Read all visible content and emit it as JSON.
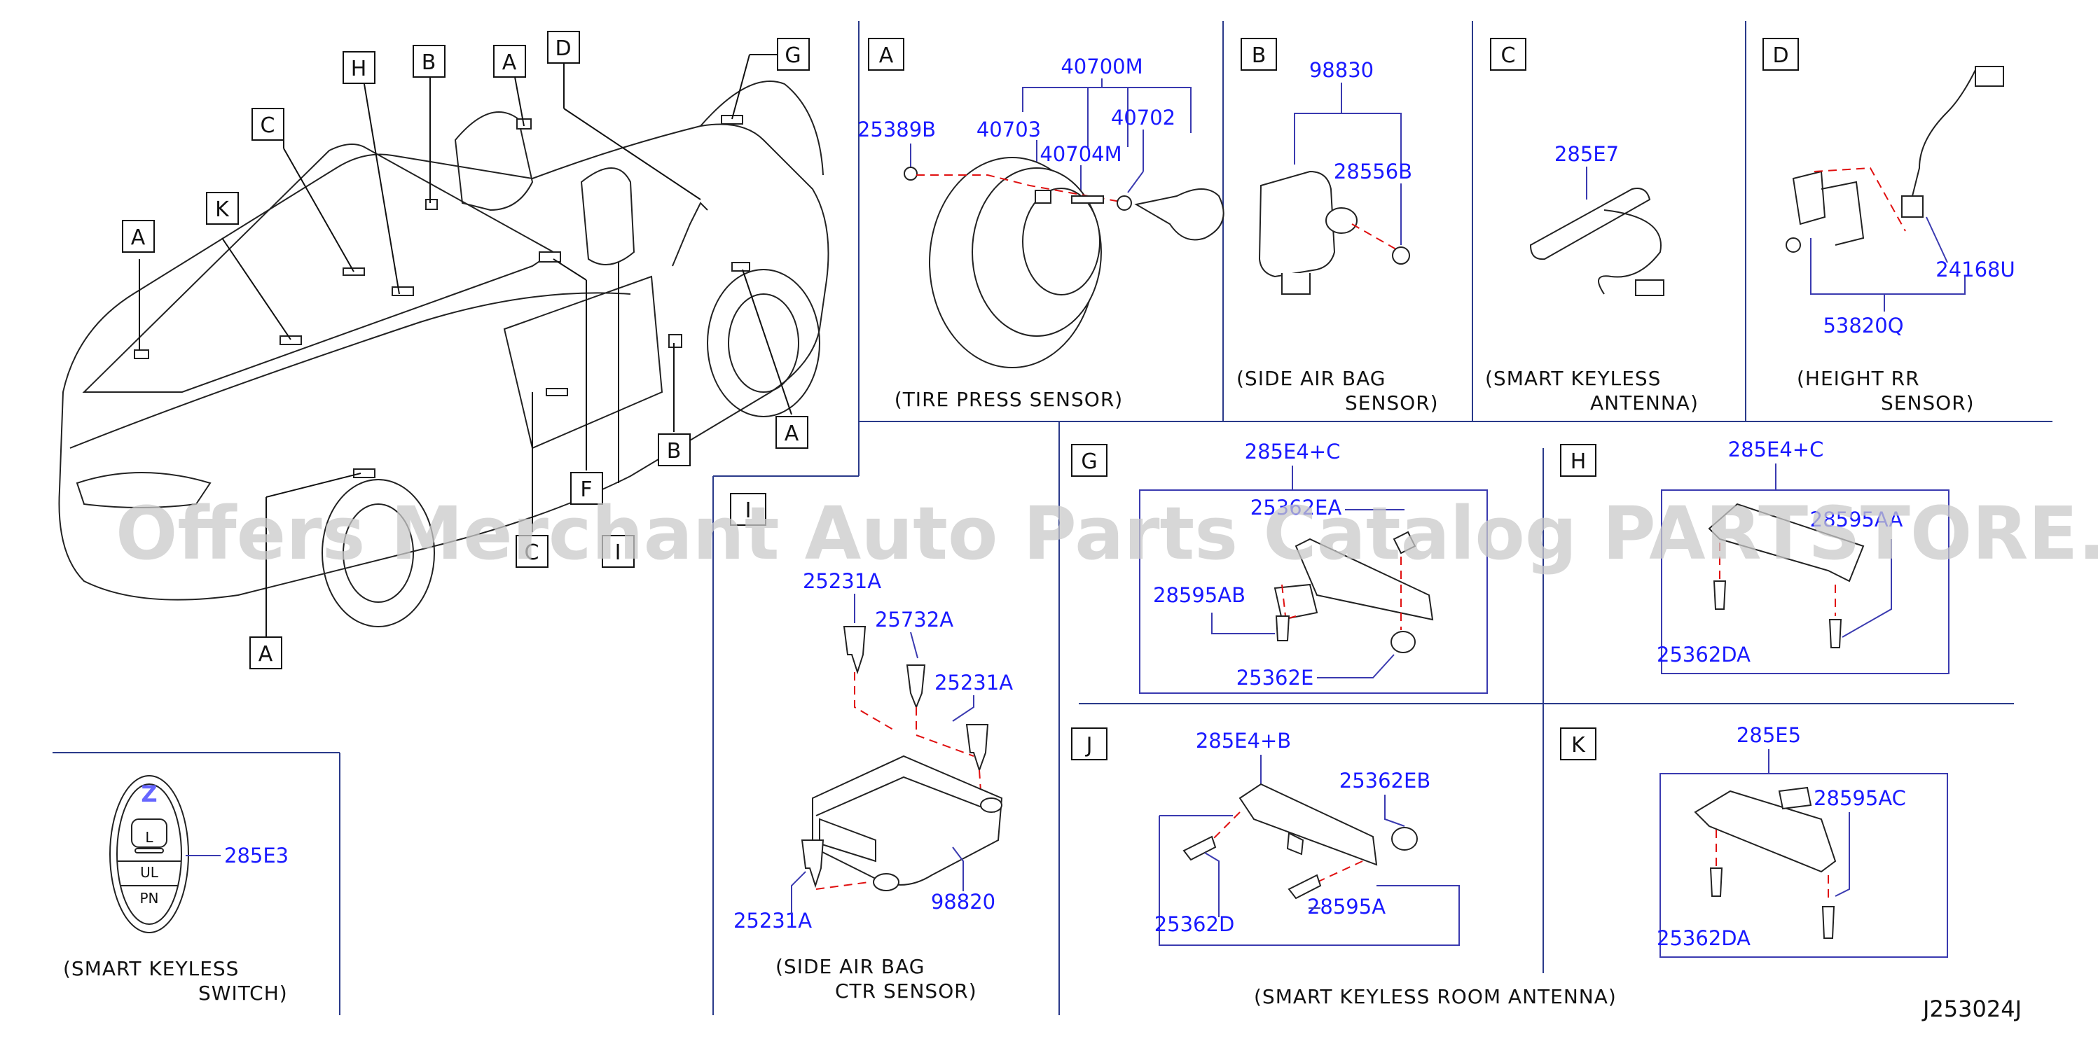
{
  "diagram": {
    "code": "J253024J",
    "watermark": "Offers Merchant Auto Parts Catalog PARTSTORE.SA"
  },
  "overview": {
    "callouts": [
      "C",
      "H",
      "B",
      "A",
      "D",
      "G",
      "K",
      "A",
      "F",
      "B",
      "A",
      "A",
      "C",
      "I"
    ]
  },
  "panels": {
    "A": {
      "letter": "A",
      "caption1": "(TIRE   PRESS   SENSOR)",
      "parts": {
        "p40700M": "40700M",
        "p25389B": "25389B",
        "p40703": "40703",
        "p40704M": "40704M",
        "p40702": "40702"
      }
    },
    "B": {
      "letter": "B",
      "caption1": "(SIDE   AIR   BAG",
      "caption2": "SENSOR)",
      "parts": {
        "p98830": "98830",
        "p28556B": "28556B"
      }
    },
    "C": {
      "letter": "C",
      "caption1": "(SMART   KEYLESS",
      "caption2": "ANTENNA)",
      "parts": {
        "p285E7": "285E7"
      }
    },
    "D": {
      "letter": "D",
      "caption1": "(HEIGHT   RR",
      "caption2": "SENSOR)",
      "parts": {
        "p24168U": "24168U",
        "p53820Q": "53820Q"
      }
    },
    "G": {
      "letter": "G",
      "parts": {
        "p285E4C": "285E4+C",
        "p25362EA": "25362EA",
        "p28595AB": "28595AB",
        "p25362E": "25362E"
      }
    },
    "H": {
      "letter": "H",
      "parts": {
        "p285E4C": "285E4+C",
        "p28595AA": "28595AA",
        "p25362DA": "25362DA"
      }
    },
    "I": {
      "letter": "I",
      "caption1": "(SIDE   AIR   BAG",
      "caption2": "CTR   SENSOR)",
      "parts": {
        "p25231A_top": "25231A",
        "p25732A": "25732A",
        "p25231A_right": "25231A",
        "p25231A_bottom": "25231A",
        "p98820": "98820"
      }
    },
    "J": {
      "letter": "J",
      "parts": {
        "p285E4B": "285E4+B",
        "p25362EB": "25362EB",
        "p25362D": "25362D",
        "p28595A": "28595A"
      }
    },
    "K": {
      "letter": "K",
      "parts": {
        "p285E5": "285E5",
        "p28595AC": "28595AC",
        "p25362DA": "25362DA"
      }
    },
    "switch": {
      "caption1": "(SMART   KEYLESS",
      "caption2": "SWITCH)",
      "parts": {
        "p285E3": "285E3"
      },
      "buttons": {
        "lock": "L",
        "unlock": "UL",
        "panic": "PN"
      },
      "logo": "Z"
    },
    "room": {
      "caption1": "(SMART   KEYLESS   ROOM   ANTENNA)"
    }
  }
}
